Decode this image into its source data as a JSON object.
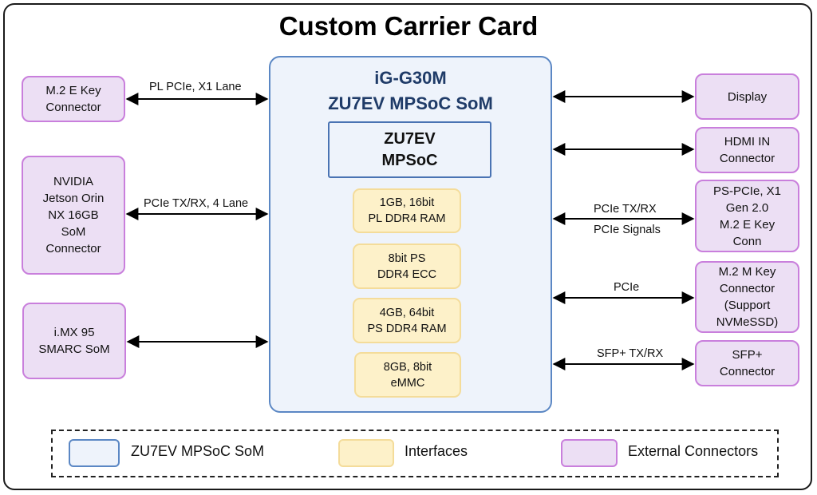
{
  "title": "Custom Carrier Card",
  "som": {
    "title": "iG-G30M\nZU7EV MPSoC SoM",
    "mpsoc": "ZU7EV\nMPSoC",
    "interfaces": [
      "1GB, 16bit\nPL DDR4 RAM",
      "8bit PS\nDDR4 ECC",
      "4GB, 64bit\nPS DDR4 RAM",
      "8GB, 8bit\neMMC"
    ]
  },
  "left_connectors": [
    "M.2 E Key\nConnector",
    "NVIDIA\nJetson Orin\nNX 16GB\nSoM\nConnector",
    "i.MX 95\nSMARC SoM"
  ],
  "right_connectors": [
    "Display",
    "HDMI IN\nConnector",
    "PS-PCIe, X1\nGen 2.0\nM.2 E Key\nConn",
    "M.2 M Key\nConnector\n(Support\nNVMeSSD)",
    "SFP+\nConnector"
  ],
  "links": {
    "left_1": "PL PCIe, X1 Lane",
    "left_2": "PCIe TX/RX, 4 Lane",
    "right_3_top": "PCIe TX/RX",
    "right_3_bottom": "PCIe Signals",
    "right_4": "PCIe",
    "right_5": "SFP+ TX/RX"
  },
  "legend": {
    "som": "ZU7EV MPSoC SoM",
    "interfaces": "Interfaces",
    "external": "External Connectors"
  },
  "colors": {
    "som_fill": "#eef3fb",
    "som_border": "#5b87c4",
    "interface_fill": "#fdf1c9",
    "interface_border": "#f4dc9a",
    "external_fill": "#ecdff4",
    "external_border": "#c97fdc"
  }
}
